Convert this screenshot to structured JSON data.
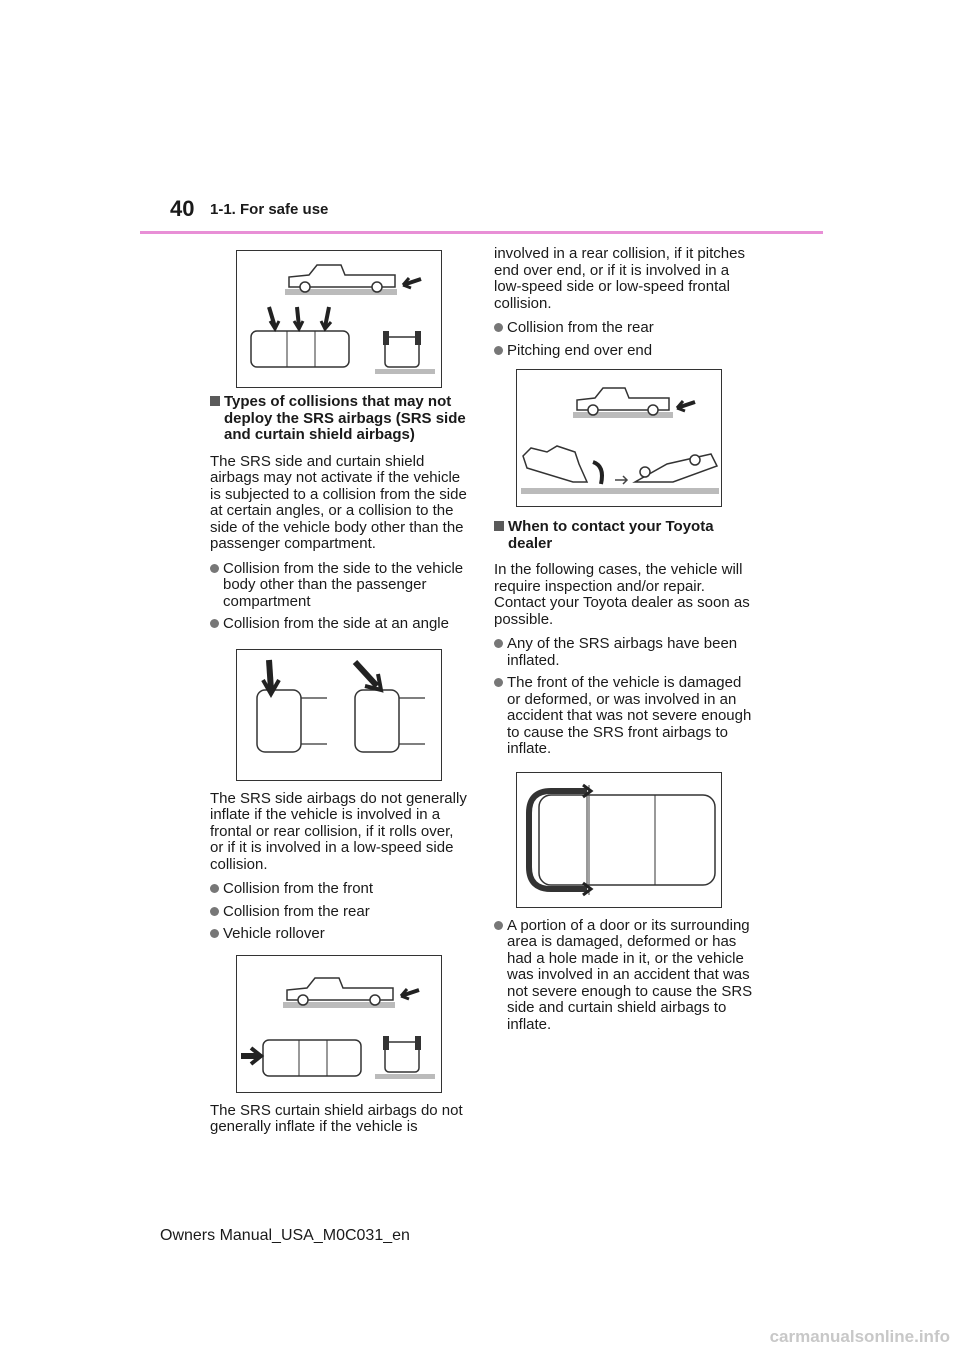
{
  "header": {
    "page_number": "40",
    "section": "1-1. For safe use"
  },
  "left_column": {
    "heading_side": "Types of collisions that may not deploy the SRS airbags (SRS side and curtain shield airbags)",
    "para_side": "The SRS side and curtain shield airbags may not activate if the vehicle is subjected to a collision from the side at certain angles, or a collision to the side of the vehicle body other than the passenger compartment.",
    "bullets_side": [
      "Collision from the side to the vehicle body other than the passenger compartment",
      "Collision from the side at an angle"
    ],
    "para_side2": "The SRS side airbags do not generally inflate if the vehicle is involved in a frontal or rear collision, if it rolls over, or if it is involved in a low-speed side collision.",
    "bullets_side2": [
      "Collision from the front",
      "Collision from the rear",
      "Vehicle rollover"
    ],
    "para_curtain": "The SRS curtain shield airbags do not generally inflate if the vehicle is"
  },
  "right_column": {
    "para_curtain_cont": "involved in a rear collision, if it pitches end over end, or if it is involved in a low-speed side or low-speed frontal collision.",
    "bullets_curtain": [
      "Collision from the rear",
      "Pitching end over end"
    ],
    "heading_dealer": "When to contact your Toyota dealer",
    "para_dealer": "In the following cases, the vehicle will require inspection and/or repair. Contact your Toyota dealer as soon as possible.",
    "bullets_dealer": [
      "Any of the SRS airbags have been inflated.",
      "The front of the vehicle is damaged or deformed, or was involved in an accident that was not severe enough to cause the SRS front airbags to inflate."
    ],
    "bullets_dealer2": [
      "A portion of a door or its surrounding area is damaged, deformed or has had a hole made in it, or the vehicle was involved in an accident that was not severe enough to cause the SRS side and curtain shield airbags to inflate."
    ]
  },
  "footer": {
    "manual_id": "Owners Manual_USA_M0C031_en",
    "watermark": "carmanualsonline.info"
  }
}
